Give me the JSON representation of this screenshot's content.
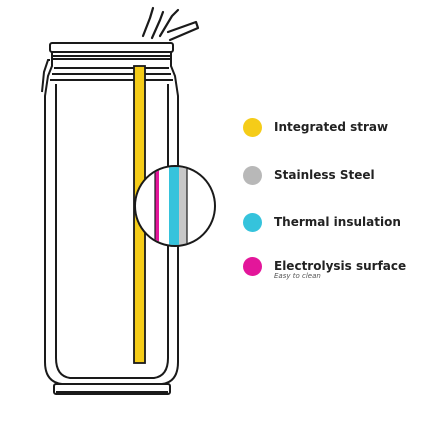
{
  "legend": {
    "items": [
      {
        "label": "Integrated straw",
        "sublabel": "",
        "color": "#f5cc18"
      },
      {
        "label": "Stainless Steel",
        "sublabel": "",
        "color": "#b8b8b8"
      },
      {
        "label": "Thermal insulation",
        "sublabel": "",
        "color": "#35c3dc"
      },
      {
        "label": "Electrolysis surface",
        "sublabel": "Easy to clean",
        "color": "#e3169a"
      }
    ]
  },
  "colors": {
    "outline": "#1a1a1a",
    "straw": "#f5cc18",
    "steel": "#c8c8c8",
    "insulation": "#35c3dc",
    "electrolysis": "#e3169a"
  },
  "icons": {
    "straw_top": "straw-mouthpiece-icon",
    "magnifier": "magnified-wall-layers-icon"
  }
}
